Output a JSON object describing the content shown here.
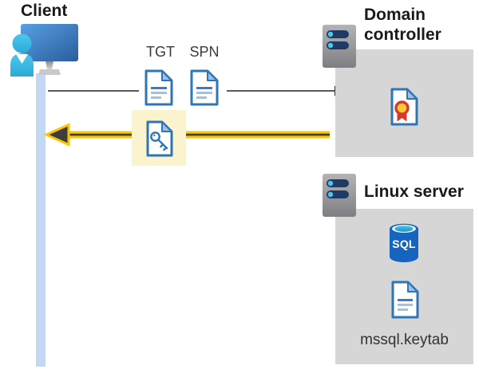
{
  "client": {
    "label": "Client"
  },
  "tickets": {
    "tgt_label": "TGT",
    "spn_label": "SPN"
  },
  "domain_controller": {
    "label": "Domain controller"
  },
  "linux_server": {
    "label": "Linux server",
    "sql_label": "SQL",
    "keytab_label": "mssql.keytab"
  },
  "icons": [
    "client-user-monitor-icon",
    "client-lifeline-bar",
    "request-arrow-icon",
    "response-arrow-icon",
    "tgt-document-icon",
    "spn-document-icon",
    "key-document-icon",
    "domain-controller-server-icon",
    "certificate-icon",
    "linux-server-icon",
    "sql-database-icon",
    "keytab-document-icon"
  ],
  "colors": {
    "arrow_yellow": "#FFC400",
    "arrow_dark": "#3D3D3D",
    "arrow_gray": "#595959",
    "highlight_yellow": "#FAF3CD",
    "doc_blue": "#2E75B6",
    "doc_fold": "#9CC2E8",
    "panel_gray": "#D6D6D6",
    "lifeline_blue": "#C3D9F3",
    "server_navy": "#203A66",
    "server_dot_cyan": "#4FC6EC",
    "person_cyan": "#3FC2E9",
    "sql_blue": "#1565BE",
    "cert_red": "#D23B2E",
    "cert_gold": "#FFC73A",
    "text_dark": "#1A1A1A",
    "text_gray": "#3B3B3B"
  }
}
